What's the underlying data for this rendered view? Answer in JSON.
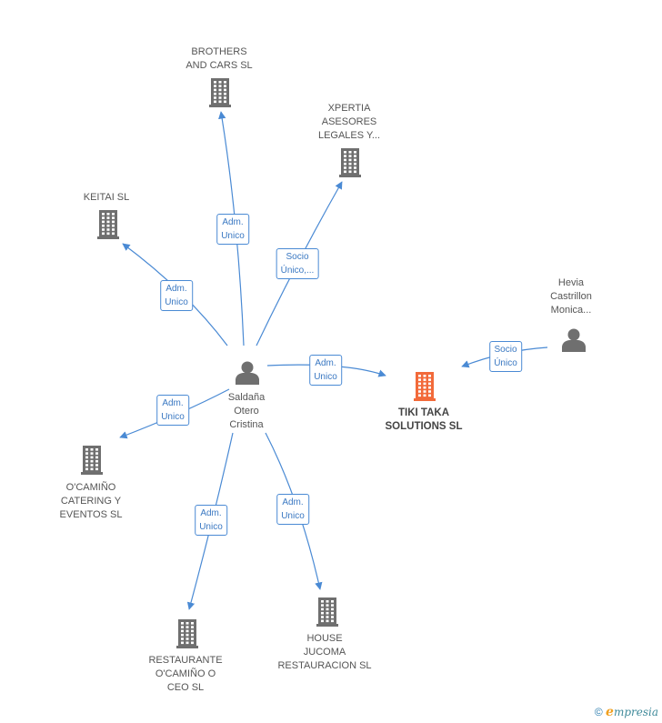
{
  "nodes": {
    "center": {
      "lines": [
        "Saldaña",
        "Otero",
        "Cristina"
      ],
      "type": "person"
    },
    "target": {
      "lines": [
        "TIKI TAKA",
        "SOLUTIONS SL"
      ],
      "type": "company-main"
    },
    "brothers": {
      "lines": [
        "BROTHERS",
        "AND CARS  SL"
      ],
      "type": "company"
    },
    "xpertia": {
      "lines": [
        "XPERTIA",
        "ASESORES",
        "LEGALES Y..."
      ],
      "type": "company"
    },
    "keitai": {
      "lines": [
        "KEITAI SL"
      ],
      "type": "company"
    },
    "hevia": {
      "lines": [
        "Hevia",
        "Castrillon",
        "Monica..."
      ],
      "type": "person"
    },
    "ocamino": {
      "lines": [
        "O'CAMIÑO",
        "CATERING Y",
        "EVENTOS  SL"
      ],
      "type": "company"
    },
    "restaurante": {
      "lines": [
        "RESTAURANTE",
        "O'CAMIÑO O",
        "CEO SL"
      ],
      "type": "company"
    },
    "house": {
      "lines": [
        "HOUSE",
        "JUCOMA",
        "RESTAURACION SL"
      ],
      "type": "company"
    }
  },
  "edges": [
    {
      "from": "center",
      "to": "brothers",
      "label": [
        "Adm.",
        "Unico"
      ]
    },
    {
      "from": "center",
      "to": "xpertia",
      "label": [
        "Socio",
        "Único,..."
      ]
    },
    {
      "from": "center",
      "to": "keitai",
      "label": [
        "Adm.",
        "Unico"
      ]
    },
    {
      "from": "center",
      "to": "target",
      "label": [
        "Adm.",
        "Unico"
      ]
    },
    {
      "from": "hevia",
      "to": "target",
      "label": [
        "Socio",
        "Único"
      ]
    },
    {
      "from": "center",
      "to": "ocamino",
      "label": [
        "Adm.",
        "Unico"
      ]
    },
    {
      "from": "center",
      "to": "restaurante",
      "label": [
        "Adm.",
        "Unico"
      ]
    },
    {
      "from": "center",
      "to": "house",
      "label": [
        "Adm.",
        "Unico"
      ]
    }
  ],
  "colors": {
    "edge": "#4a8ad4",
    "icon": "#6f6f6f",
    "main_icon": "#f26a3a"
  },
  "footer": {
    "copyright": "©",
    "brand_e": "e",
    "brand_rest": "mpresia"
  }
}
